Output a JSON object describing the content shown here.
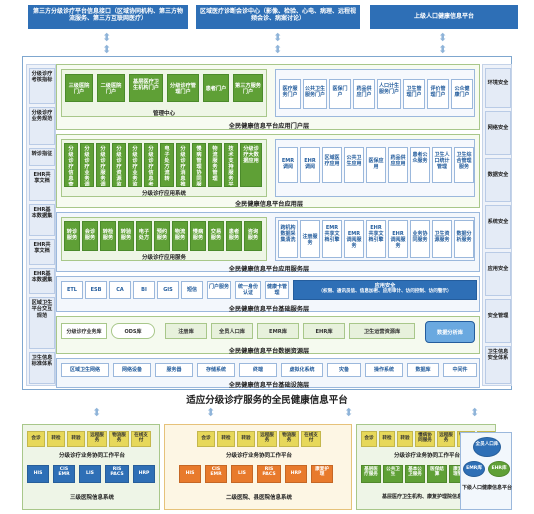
{
  "top": {
    "box1": "第三方分级诊疗平台信息接口（区域协同机构、第三方物流服务、第三方互联网医疗）",
    "box2": "区域医疗诊断会诊中心（影像、检验、心电、病理、远程视频会诊、病案讨论）",
    "box3": "上级人口健康信息平台"
  },
  "left_side": [
    "分级诊疗考核指标",
    "分级诊疗业务规范",
    "转诊指征",
    "EHR共享文档",
    "EHR基本数据集",
    "EHR共享文档",
    "EHR基本数据集",
    "区域卫生平台交互规范",
    "卫生信息标准体系"
  ],
  "right_side": [
    "环境安全",
    "网络安全",
    "数据安全",
    "系统安全",
    "应用安全",
    "安全管理",
    "卫生信息安全体系"
  ],
  "portal": {
    "items": [
      "三级医院门户",
      "二级医院门户",
      "基层医疗卫生机构门户",
      "分级诊疗管理门户",
      "患者门户",
      "第三方服务门户"
    ],
    "right_items": [
      "医疗服务门户",
      "公共卫生服务门户",
      "医保门户",
      "药品供应门户",
      "人口计生服务门户",
      "卫生管理门户",
      "评价管理门户",
      "公众健康门户"
    ],
    "center": "管理中心",
    "title": "全民健康信息平台应用门户层"
  },
  "application": {
    "items": [
      "分级诊疗信息查询",
      "分级诊疗业务调度",
      "分级诊疗服务调度",
      "分级诊疗资源监管",
      "分级诊疗业务监管",
      "分级诊疗信息考核",
      "电子处方流转",
      "分级诊疗消息推送",
      "慢病管理协同服务",
      "物流服务管理",
      "技术支持服务平台",
      "分级诊疗大数据应用"
    ],
    "right_items": [
      "EMR调阅",
      "EHR调阅",
      "区域医疗应用",
      "公共卫生应用",
      "医保应用",
      "药品供应应用",
      "患者公众服务",
      "卫生人口统计管理",
      "卫生综合管理服务"
    ],
    "center": "分级诊疗应用系统",
    "title": "全民健康信息平台应用层"
  },
  "service": {
    "items": [
      "转诊服务",
      "会诊服务",
      "转检服务",
      "转验服务",
      "电子处方",
      "预约服务",
      "物流服务",
      "慢病服务",
      "交易服务",
      "患者服务",
      "咨询服务"
    ],
    "right_items": [
      "跨机构数据采集清洗",
      "注册服务",
      "EMR共享文档引擎",
      "EMR调阅服务",
      "EHR共享文档引擎",
      "EHR调阅服务",
      "业务协同服务",
      "卫生资源服务",
      "数据分析服务"
    ],
    "center": "分级诊疗应用服务",
    "title": "全民健康信息平台应用服务层"
  },
  "base_service": {
    "items": [
      "ETL",
      "ESB",
      "CA",
      "BI",
      "GIS",
      "短信",
      "门户服务",
      "统一身份认证",
      "健康卡管理"
    ],
    "security_title": "应用安全",
    "security_sub": "（权限、通讯员信、信息加密、应用审计、访问控制、访问警示）",
    "title": "全民健康信息平台基础服务层"
  },
  "resource": {
    "items": [
      "分级诊疗业务库",
      "ODS库",
      "注册库",
      "全员人口库",
      "EMR库",
      "EHR库",
      "卫生运营资源库",
      "数据分析库"
    ],
    "title": "全民健康信息平台数据资源层"
  },
  "infra": {
    "items": [
      "区域卫生网络",
      "网络设备",
      "服务器",
      "存储系统",
      "终端",
      "虚拟化系统",
      "灾备",
      "操作系统",
      "数据库",
      "中间件"
    ],
    "title": "全民健康信息平台基础设施层"
  },
  "main_title": "适应分级诊疗服务的全民健康信息平台",
  "bottom": {
    "panel1": {
      "top": [
        "会诊",
        "转检",
        "转验",
        "远程服务",
        "物流服务",
        "在线支付"
      ],
      "platform": "分级诊疗业务协同工作平台",
      "systems": [
        "HIS",
        "CIS EMR",
        "LIS",
        "RIS PACS",
        "HRP"
      ],
      "caption": "三级医院信息系统"
    },
    "panel2": {
      "top": [
        "会诊",
        "转检",
        "转验",
        "远程服务",
        "物流服务",
        "在线支付"
      ],
      "platform": "分级诊疗业务协同工作平台",
      "systems": [
        "HIS",
        "CIS EMR",
        "LIS",
        "RIS PACS",
        "HRP",
        "康复护理"
      ],
      "caption": "二级医院、县医院信息系统"
    },
    "panel3": {
      "top": [
        "会诊",
        "转检",
        "转验",
        "慢病协同服务",
        "远程服务",
        "物流服务",
        "在线支付"
      ],
      "platform": "分级诊疗业务协同工作平台",
      "systems": [
        "基层医疗服务",
        "公共卫生",
        "基本公卫服务",
        "医保结算",
        "康复护理管理",
        "综合管理"
      ],
      "caption": "基层医疗卫生机构、康复护理院信息系统"
    },
    "panel4": {
      "top": [
        "全员人口库"
      ],
      "systems": [
        "EMR库",
        "EHR库"
      ],
      "caption": "下级人口健康信息平台"
    }
  },
  "colors": {
    "blue": "#2e6fb6",
    "green": "#5fa036",
    "lightblue": "#eef2f9"
  }
}
